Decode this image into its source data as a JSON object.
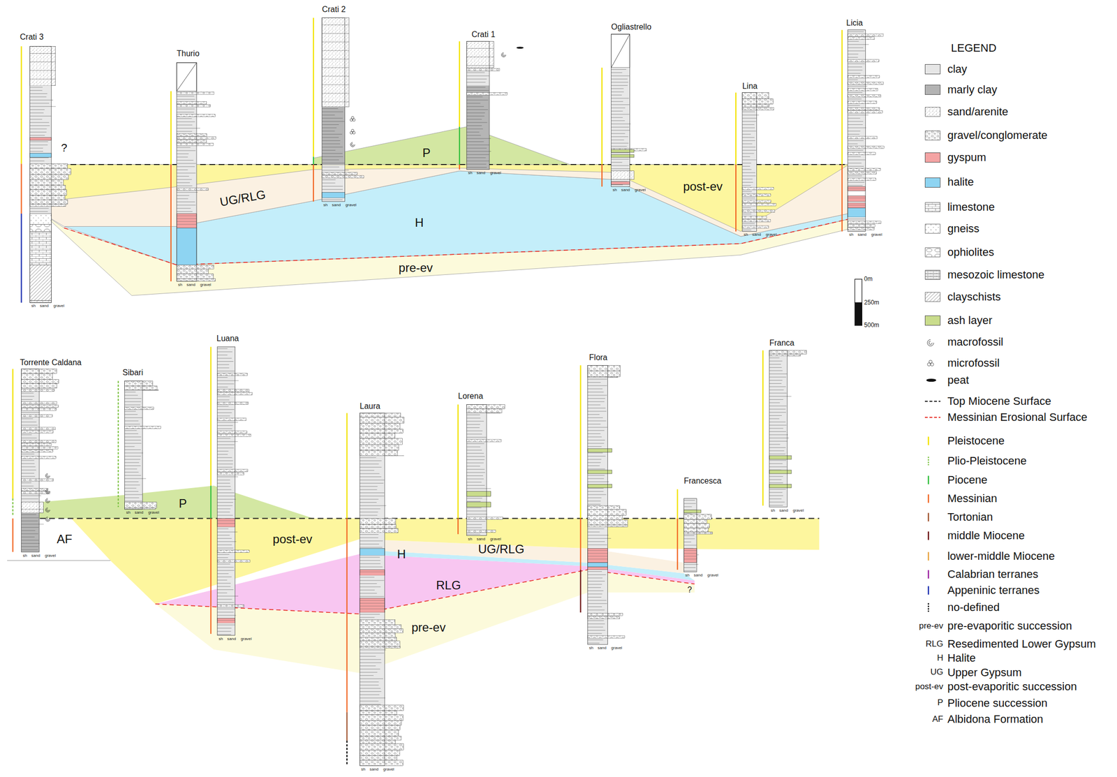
{
  "diagram": {
    "nodes": [
      {
        "text": [
          "Crati 3",
          "sh",
          "sand",
          "gravel"
        ]
      },
      {
        "text": [
          "Thurio",
          "sh",
          "sand",
          "gravel"
        ]
      },
      {
        "text": [
          "Crati 2",
          "sh",
          "sand",
          "gravel"
        ]
      },
      {
        "text": [
          "Crati 1",
          "sh",
          "sand",
          "gravel"
        ]
      },
      {
        "text": [
          "Ogliastrello",
          "sh",
          "sand",
          "gravel"
        ]
      },
      {
        "text": [
          "Lina",
          "sh",
          "sand",
          "gravel"
        ]
      },
      {
        "text": [
          "Licia",
          "sh",
          "sand",
          "gravel"
        ]
      },
      {
        "text": [
          "UG/RLG"
        ]
      },
      {
        "text": [
          "H"
        ]
      },
      {
        "text": [
          "P"
        ]
      },
      {
        "text": [
          "post-ev"
        ]
      },
      {
        "text": [
          "pre-ev"
        ]
      },
      {
        "text": [
          "Torrente Caldana",
          "sh",
          "sand",
          "gravel"
        ]
      },
      {
        "text": [
          "Sibari",
          "sh",
          "sand",
          "gravel"
        ]
      },
      {
        "text": [
          "Luana",
          "sh",
          "sand",
          "gravel"
        ]
      },
      {
        "text": [
          "Laura",
          "sh",
          "sand",
          "gravel"
        ]
      },
      {
        "text": [
          "Lorena",
          "sh",
          "sand",
          "gravel"
        ]
      },
      {
        "text": [
          "Flora",
          "sh",
          "sand",
          "gravel"
        ]
      },
      {
        "text": [
          "Francesca",
          "sh",
          "sand",
          "gravel"
        ]
      },
      {
        "text": [
          "Franca",
          "sh",
          "sand",
          "gravel"
        ]
      },
      {
        "text": [
          "AF"
        ]
      },
      {
        "text": [
          "P"
        ]
      },
      {
        "text": [
          "post-ev"
        ]
      },
      {
        "text": [
          "H"
        ]
      },
      {
        "text": [
          "UG/RLG"
        ]
      },
      {
        "text": [
          "RLG"
        ]
      },
      {
        "text": [
          "pre-ev"
        ]
      }
    ],
    "labels": [
      "?",
      "?",
      "0m",
      "250m",
      "500m",
      "LEGEND",
      "pre-ev",
      "RLG",
      "H",
      "UG",
      "post-ev",
      "P",
      "AF"
    ],
    "legend": [
      {
        "text": "clay",
        "color": "#e6e6e6"
      },
      {
        "text": "marly clay",
        "color": "#b3b3b3"
      },
      {
        "text": "sand/arenite"
      },
      {
        "text": "gravel/conglomerate"
      },
      {
        "text": "gyspum",
        "color": "#f4a3a3"
      },
      {
        "text": "halite",
        "color": "#8ed4f2"
      },
      {
        "text": "limestone"
      },
      {
        "text": "gneiss"
      },
      {
        "text": "ophiolites"
      },
      {
        "text": "mesozoic limestone"
      },
      {
        "text": "clayschists"
      },
      {
        "text": "ash layer",
        "color": "#c9dc8c"
      },
      {
        "text": "macrofossil"
      },
      {
        "text": "microfossil"
      },
      {
        "text": "peat"
      },
      {
        "text": "Top Miocene Surface"
      },
      {
        "text": "Messinian Erosional Surface"
      },
      {
        "text": "Pleistocene"
      },
      {
        "text": "Plio-Pleistocene"
      },
      {
        "text": "Piocene"
      },
      {
        "text": "Messinian"
      },
      {
        "text": "Tortonian"
      },
      {
        "text": "middle Miocene"
      },
      {
        "text": "lower-middle Miocene"
      },
      {
        "text": "Calabrian terranes"
      },
      {
        "text": "Appeninic terranes"
      },
      {
        "text": "no-defined"
      },
      {
        "text": "pre-evaporitic succession"
      },
      {
        "text": "Resedimented Lower Gypsum"
      },
      {
        "text": "Halite"
      },
      {
        "text": "Upper Gypsum"
      },
      {
        "text": "post-evaporitic succession"
      },
      {
        "text": "Pliocene succession"
      },
      {
        "text": "Albidona Formation"
      }
    ]
  }
}
